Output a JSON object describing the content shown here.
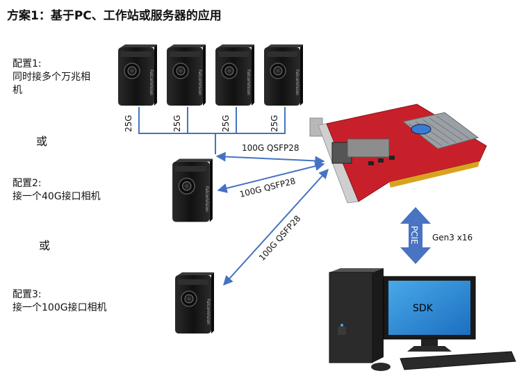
{
  "title": "方案1：基于PC、工作站或服务器的应用",
  "configs": [
    {
      "name": "配置1:",
      "desc_line1": "同时接多个万兆相",
      "desc_line2": "机"
    },
    {
      "name": "配置2:",
      "desc_line1": "接一个40G接口相机"
    },
    {
      "name": "配置3:",
      "desc_line1": "接一个100G接口相机"
    }
  ],
  "or_label": "或",
  "links": {
    "port_speed": "25G",
    "qsfp_100g": "100G QSFP28",
    "qsfp_40g": "100G QSFP28",
    "qsfp_100g_cam": "100G QSFP28"
  },
  "bus": {
    "name": "PCIE",
    "spec": "Gen3 x16"
  },
  "pc": {
    "screen_label": "SDK"
  },
  "camera_brand": "FalconVision",
  "colors": {
    "link_blue": "#4472c4",
    "arrow_blue": "#4a73c2",
    "card_red": "#c8202a",
    "camera_body": "#1c1c1c"
  }
}
